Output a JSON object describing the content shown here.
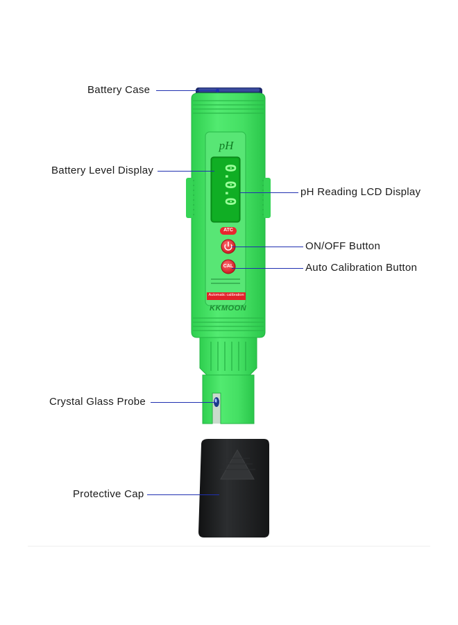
{
  "diagram": {
    "labels": {
      "battery_case": "Battery Case",
      "battery_level_display": "Battery Level Display",
      "ph_reading_lcd": "pH Reading LCD Display",
      "on_off_button": "ON/OFF Button",
      "auto_calibration_button": "Auto Calibration Button",
      "crystal_glass_probe": "Crystal Glass Probe",
      "protective_cap": "Protective Cap"
    },
    "device": {
      "lcd_title": "pH",
      "lcd_digits": "0.0.0",
      "atc_label": "ATC",
      "cal_label": "CAL",
      "strip_text": "Automatic calibration",
      "brand": "KKMOON"
    },
    "colors": {
      "body_green": "#3fe060",
      "panel_green": "#4fe36f",
      "lcd_green": "#0a9f1c",
      "button_red": "#e8262e",
      "cap_black": "#222426",
      "leader_blue": "#1f2fb0"
    }
  }
}
